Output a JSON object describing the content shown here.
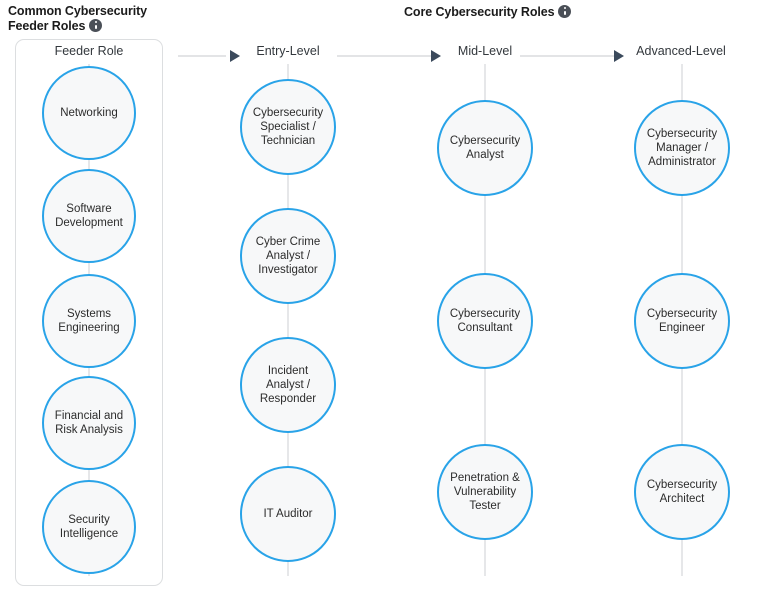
{
  "headings": {
    "feeder_section": "Common Cybersecurity Feeder Roles",
    "core_section": "Core Cybersecurity Roles",
    "info_icon": "info-icon"
  },
  "columns": [
    {
      "key": "feeder",
      "label": "Feeder Role"
    },
    {
      "key": "entry",
      "label": "Entry-Level"
    },
    {
      "key": "mid",
      "label": "Mid-Level"
    },
    {
      "key": "advanced",
      "label": "Advanced-Level"
    }
  ],
  "feeder_roles": [
    {
      "label": "Networking"
    },
    {
      "label": "Software Development"
    },
    {
      "label": "Systems Engineering"
    },
    {
      "label": "Financial and Risk Analysis"
    },
    {
      "label": "Security Intelligence"
    }
  ],
  "entry_roles": [
    {
      "label": "Cybersecurity Specialist / Technician"
    },
    {
      "label": "Cyber Crime Analyst / Investigator"
    },
    {
      "label": "Incident Analyst / Responder"
    },
    {
      "label": "IT Auditor"
    }
  ],
  "mid_roles": [
    {
      "label": "Cybersecurity Analyst"
    },
    {
      "label": "Cybersecurity Consultant"
    },
    {
      "label": "Penetration & Vulnerability Tester"
    }
  ],
  "advanced_roles": [
    {
      "label": "Cybersecurity Manager / Administrator"
    },
    {
      "label": "Cybersecurity Engineer"
    },
    {
      "label": "Cybersecurity Architect"
    }
  ],
  "colors": {
    "node_border": "#29a3e8",
    "node_fill": "#f7f8f9",
    "arrow": "#3b4a5c",
    "connector": "#e6e7e9",
    "panel_border": "#dcdee0",
    "text": "#2c2c2c"
  }
}
